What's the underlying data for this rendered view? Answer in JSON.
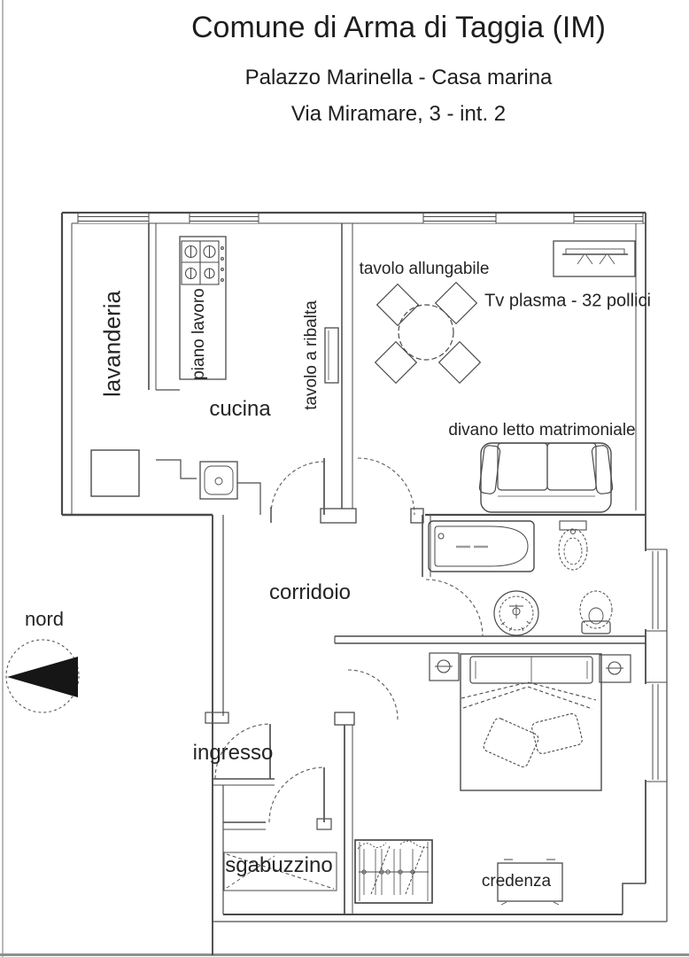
{
  "header": {
    "municipality": "Comune di Arma di Taggia (IM)",
    "building": "Palazzo Marinella - Casa marina",
    "address": "Via Miramare, 3 - int. 2"
  },
  "rooms": {
    "lavanderia": "lavanderia",
    "cucina": "cucina",
    "corridoio": "corridoio",
    "ingresso": "ingresso",
    "sgabuzzino": "sgabuzzino"
  },
  "furniture": {
    "piano_lavoro": "piano lavoro",
    "tavolo_a_ribalta": "tavolo a ribalta",
    "tavolo_allungabile": "tavolo allungabile",
    "tv": "Tv plasma - 32 pollici",
    "divano": "divano letto matrimoniale",
    "credenza": "credenza"
  },
  "compass": {
    "north_label": "nord"
  },
  "colors": {
    "line": "#4a4a4a",
    "text": "#1e1e1e",
    "compass_fill": "#161616",
    "background": "#ffffff"
  }
}
